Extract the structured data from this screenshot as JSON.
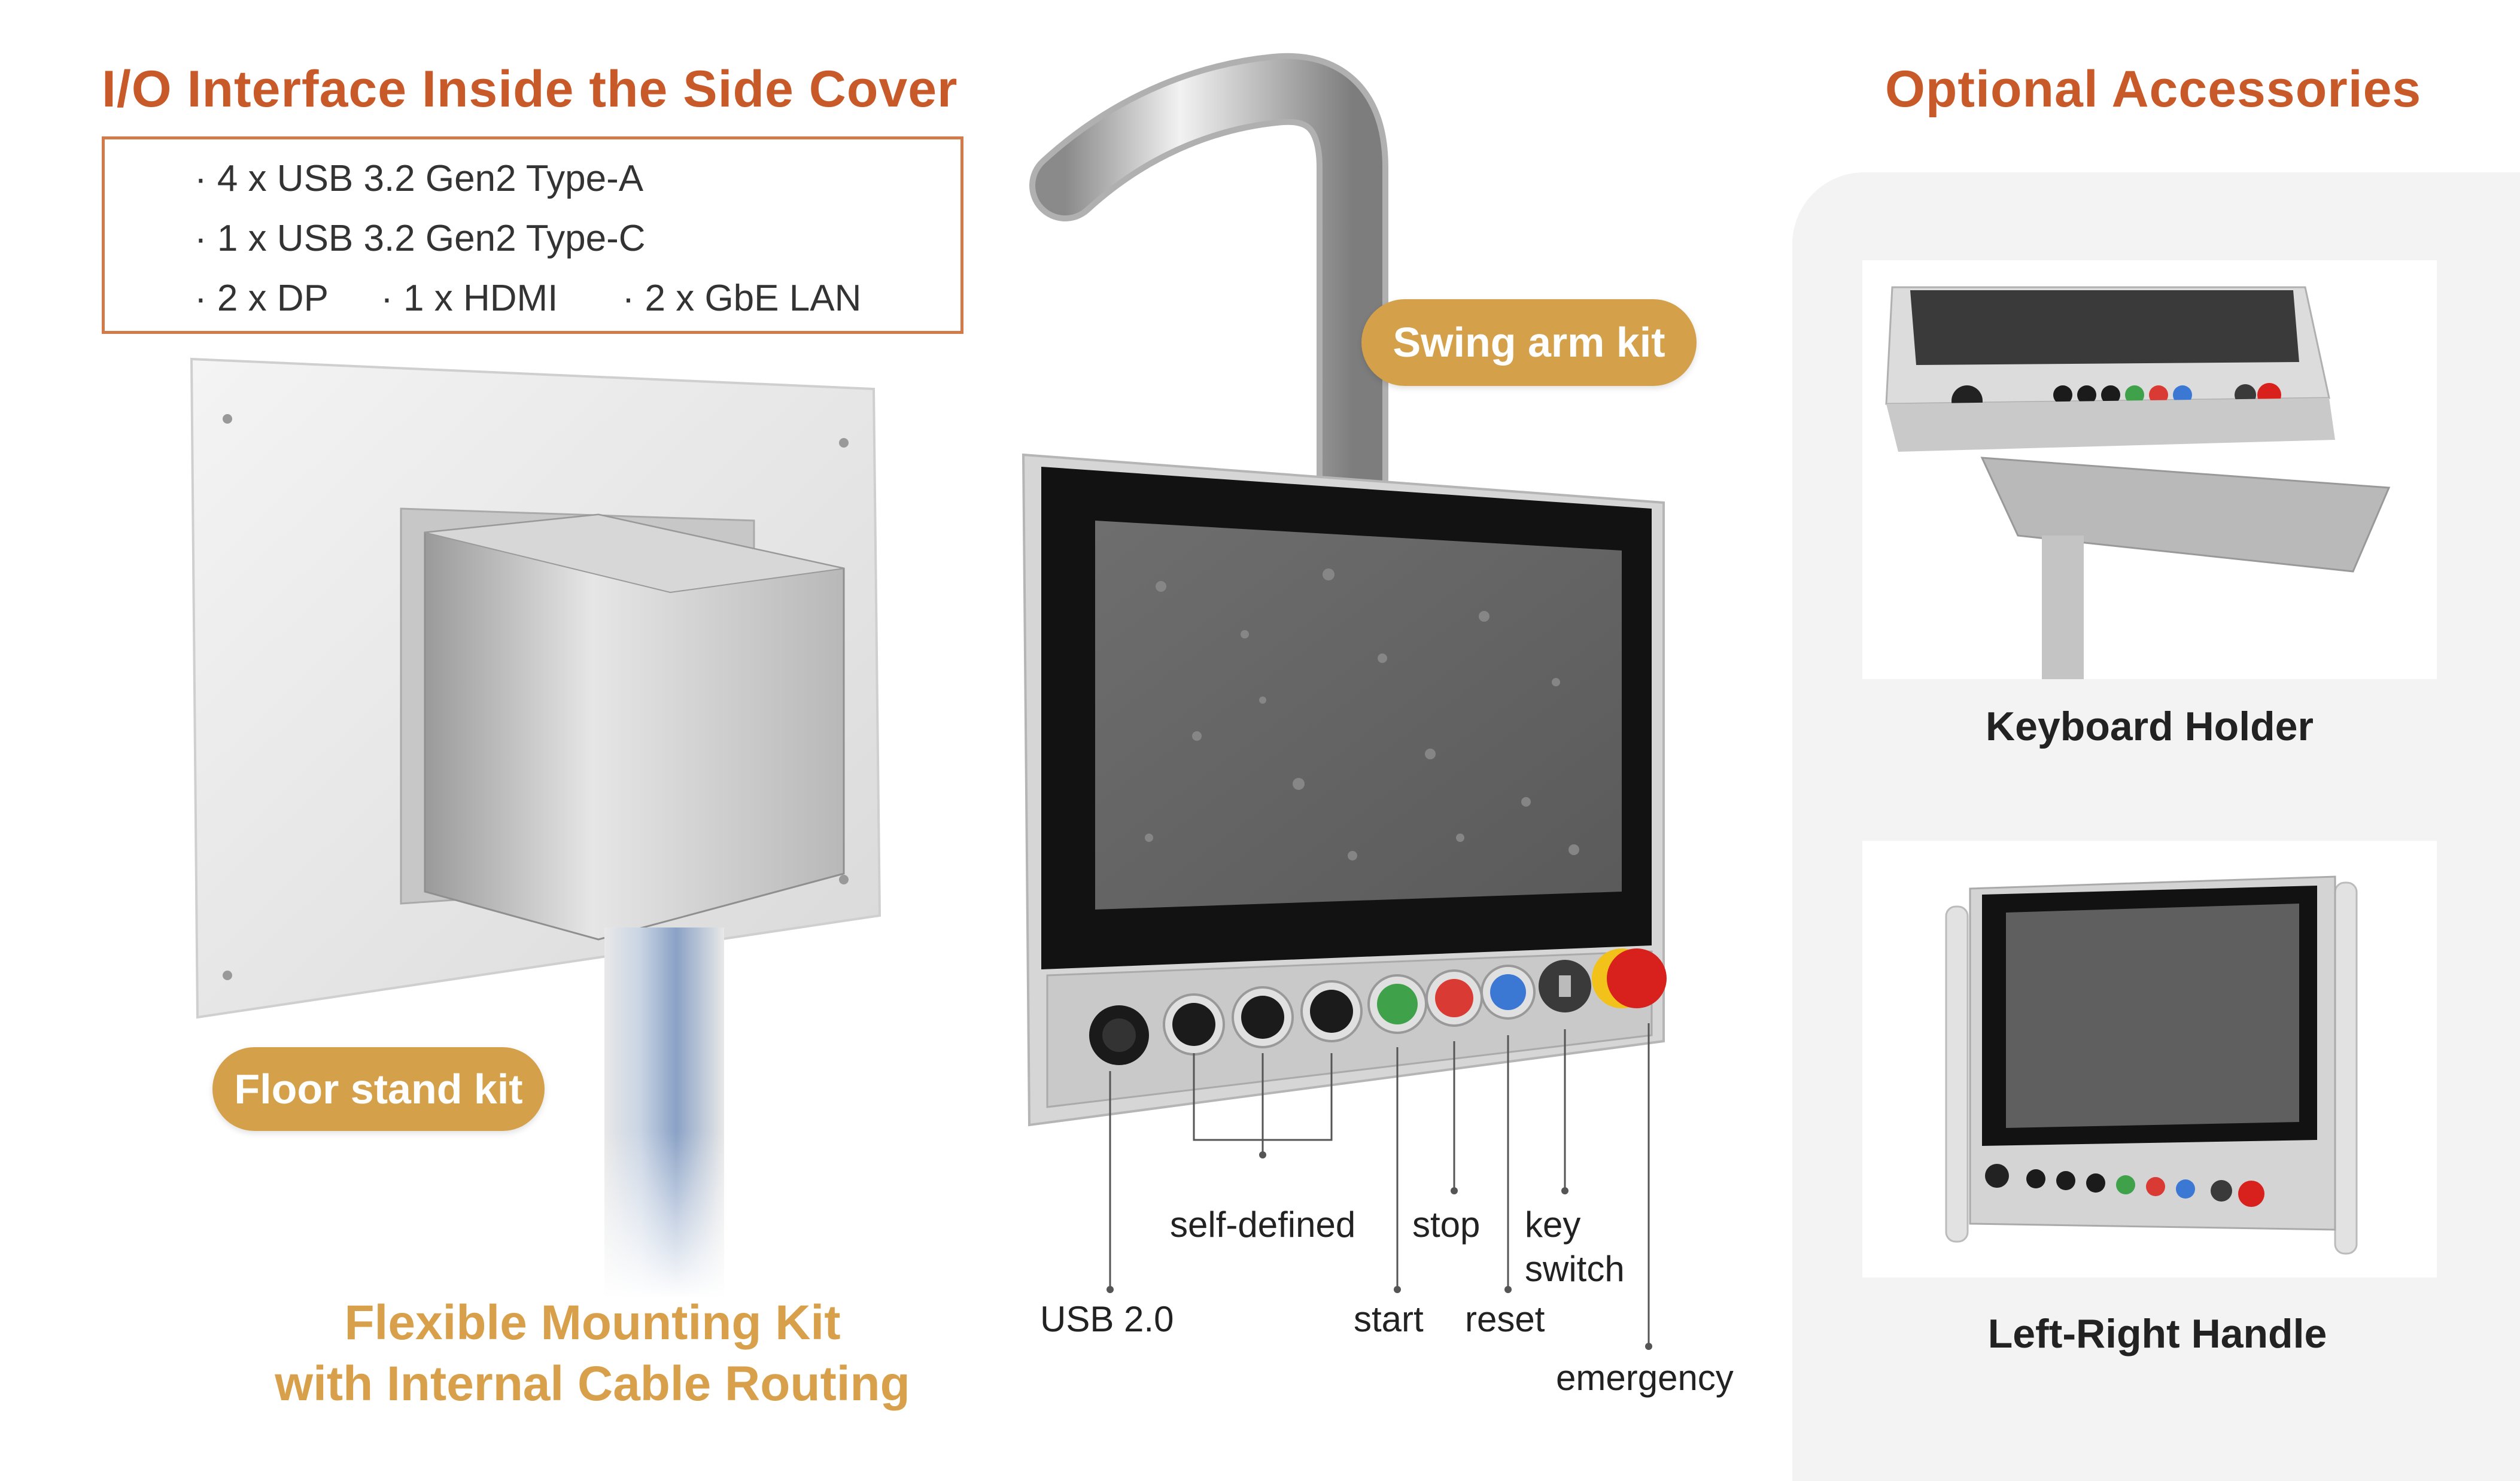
{
  "io": {
    "heading": "I/O Interface Inside the Side Cover",
    "line1": "· 4 x USB 3.2 Gen2 Type-A",
    "line2": "· 1 x USB 3.2 Gen2 Type-C",
    "line3": [
      "· 2 x DP",
      "· 1 x HDMI",
      "· 2 x GbE LAN"
    ]
  },
  "mounting": {
    "swing_arm": "Swing arm kit",
    "floor_stand": "Floor stand kit",
    "caption_line1": "Flexible Mounting Kit",
    "caption_line2": "with Internal Cable Routing"
  },
  "buttons": {
    "usb": "USB 2.0",
    "self_defined": "self-defined",
    "stop": "stop",
    "start": "start",
    "reset": "reset",
    "key_line1": "key",
    "key_line2": "switch",
    "emergency": "emergency",
    "colors": {
      "black": "#1b1b1b",
      "green": "#3fa24a",
      "red": "#d93b34",
      "blue": "#3b78d4",
      "key": "#3a3a3a",
      "emergency": "#d8201c",
      "emergency_ring": "#f2c21b"
    }
  },
  "accessories": {
    "heading": "Optional Accessories",
    "keyboard_holder": "Keyboard Holder",
    "left_right_handle": "Left-Right Handle"
  },
  "colors": {
    "heading": "#c85a2a",
    "pill": "#d4a14a",
    "caption": "#d8a04a",
    "panel_bg": "#f3f3f3"
  }
}
